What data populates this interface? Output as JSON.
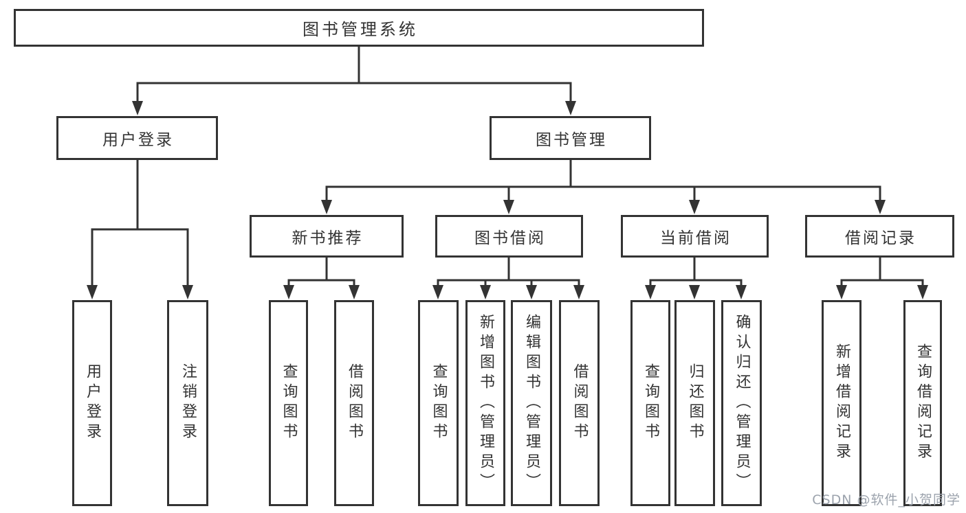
{
  "diagram": {
    "type": "hierarchy-chart",
    "title": "图书管理系统"
  },
  "nodes": {
    "root": "图书管理系统",
    "level2": {
      "user_login": "用户登录",
      "book_management": "图书管理"
    },
    "level3": {
      "new_book_recommend": "新书推荐",
      "book_borrow": "图书借阅",
      "current_borrow": "当前借阅",
      "borrow_records": "借阅记录"
    },
    "leaves": {
      "user_login": "用户登录",
      "logout": "注销登录",
      "recommend_query_books": "查询图书",
      "recommend_borrow_books": "借阅图书",
      "borrow_query_books": "查询图书",
      "borrow_add_books": "新增图书（管理员）",
      "borrow_edit_books": "编辑图书（管理员）",
      "borrow_borrow_books": "借阅图书",
      "current_query_books": "查询图书",
      "current_return_books": "归还图书",
      "current_confirm_return": "确认归还（管理员）",
      "records_add_record": "新增借阅记录",
      "records_query_record": "查询借阅记录"
    }
  },
  "hierarchy": [
    {
      "parent": "图书管理系统",
      "children": [
        "用户登录",
        "图书管理"
      ]
    },
    {
      "parent": "用户登录",
      "children": [
        "用户登录",
        "注销登录"
      ]
    },
    {
      "parent": "图书管理",
      "children": [
        "新书推荐",
        "图书借阅",
        "当前借阅",
        "借阅记录"
      ]
    },
    {
      "parent": "新书推荐",
      "children": [
        "查询图书",
        "借阅图书"
      ]
    },
    {
      "parent": "图书借阅",
      "children": [
        "查询图书",
        "新增图书（管理员）",
        "编辑图书（管理员）",
        "借阅图书"
      ]
    },
    {
      "parent": "当前借阅",
      "children": [
        "查询图书",
        "归还图书",
        "确认归还（管理员）"
      ]
    },
    {
      "parent": "借阅记录",
      "children": [
        "新增借阅记录",
        "查询借阅记录"
      ]
    }
  ],
  "watermark": {
    "text": "CSDN @软件_小贺同学"
  },
  "colors": {
    "line": "#333333",
    "text": "#333333",
    "background": "#ffffff",
    "watermark_color": "#9ca3ad"
  }
}
